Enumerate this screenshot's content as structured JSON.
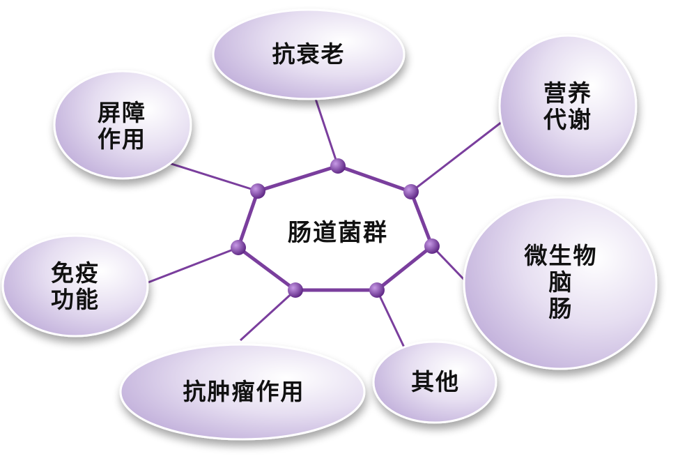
{
  "center": {
    "label": "肠道菌群"
  },
  "nodes": [
    {
      "id": "anti-aging",
      "lines": [
        "抗衰老"
      ]
    },
    {
      "id": "nutrition-metabolism",
      "lines": [
        "营养",
        "代谢"
      ]
    },
    {
      "id": "barrier-function",
      "lines": [
        "屏障",
        "作用"
      ]
    },
    {
      "id": "immune-function",
      "lines": [
        "免疫",
        "功能"
      ]
    },
    {
      "id": "microbiota-gut-brain",
      "lines": [
        "微生物",
        "脑",
        "肠"
      ]
    },
    {
      "id": "anti-tumor",
      "lines": [
        "抗肿瘤作用"
      ]
    },
    {
      "id": "other",
      "lines": [
        "其他"
      ]
    }
  ],
  "colors": {
    "connector": "#7a3e9d",
    "node_dot": "#6a2f8f",
    "bubble_light": "#ffffff",
    "bubble_mid": "#e3daef",
    "bubble_dark": "#b9a6d6"
  }
}
